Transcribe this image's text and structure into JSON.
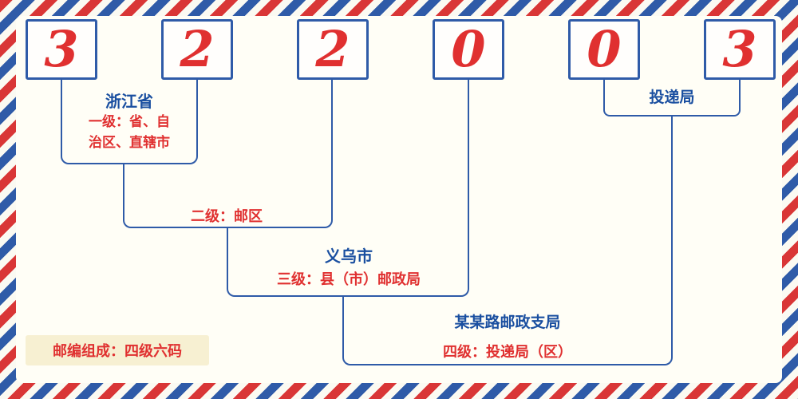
{
  "postal": {
    "digits": [
      "3",
      "2",
      "2",
      "0",
      "0",
      "3"
    ]
  },
  "levels": {
    "level1": {
      "place": "浙江省",
      "desc": "一级：省、自治区、直辖市"
    },
    "level2": {
      "desc": "二级：邮区"
    },
    "level3": {
      "place": "义乌市",
      "desc": "三级：县（市）邮政局"
    },
    "level4": {
      "place": "某某路邮政支局",
      "desc": "四级：投递局（区）"
    },
    "delivery": {
      "label": "投递局"
    }
  },
  "note": {
    "composition": "邮编组成：四级六码"
  },
  "colors": {
    "digit_red": "#e03030",
    "line_blue": "#2f5ba8",
    "label_blue": "#1a4fa0",
    "label_red": "#e03030",
    "note_background": "#f7f0d2",
    "stripe_red": "#d93636",
    "stripe_blue": "#2f5ba8",
    "panel_background": "#fffef6"
  }
}
